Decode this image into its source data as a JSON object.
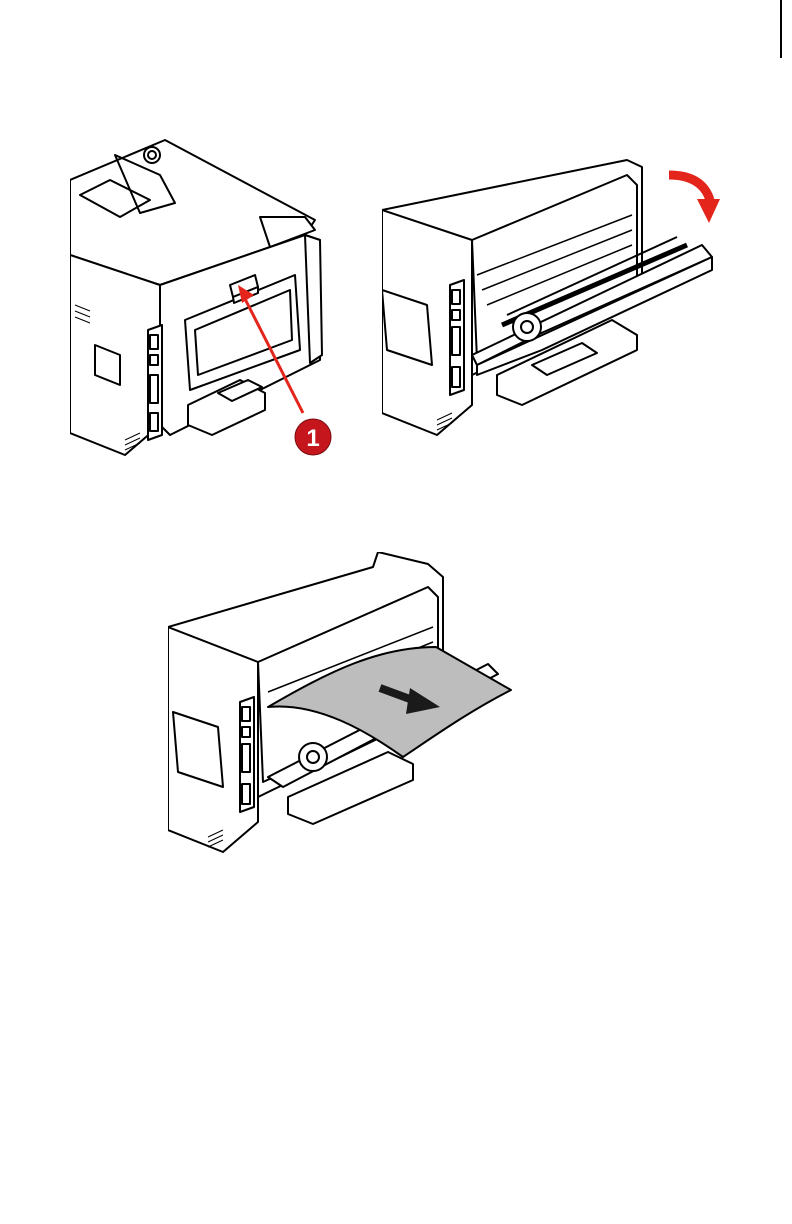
{
  "page": {
    "figures": [
      {
        "name": "printer-rear-cover-release",
        "callout": "1"
      },
      {
        "name": "printer-rear-cover-open"
      },
      {
        "name": "printer-paper-removal"
      }
    ]
  },
  "colors": {
    "line": "#000000",
    "callout_red": "#c4161c",
    "arrow_red": "#e3251b",
    "paper_gray": "#bdbdbd",
    "arrow_dark": "#1a1a1a"
  },
  "icons": [
    "callout-badge-icon",
    "rotate-arrow-icon",
    "pull-arrow-icon"
  ]
}
